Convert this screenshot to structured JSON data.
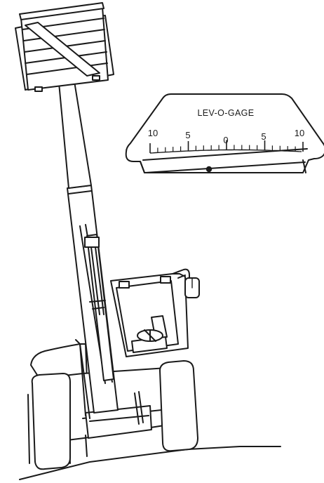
{
  "gauge": {
    "title": "LEV-O-GAGE",
    "scale_labels": [
      "10",
      "5",
      "0",
      "5",
      "10"
    ]
  },
  "colors": {
    "line": "#1a1a1a",
    "background": "#ffffff"
  }
}
